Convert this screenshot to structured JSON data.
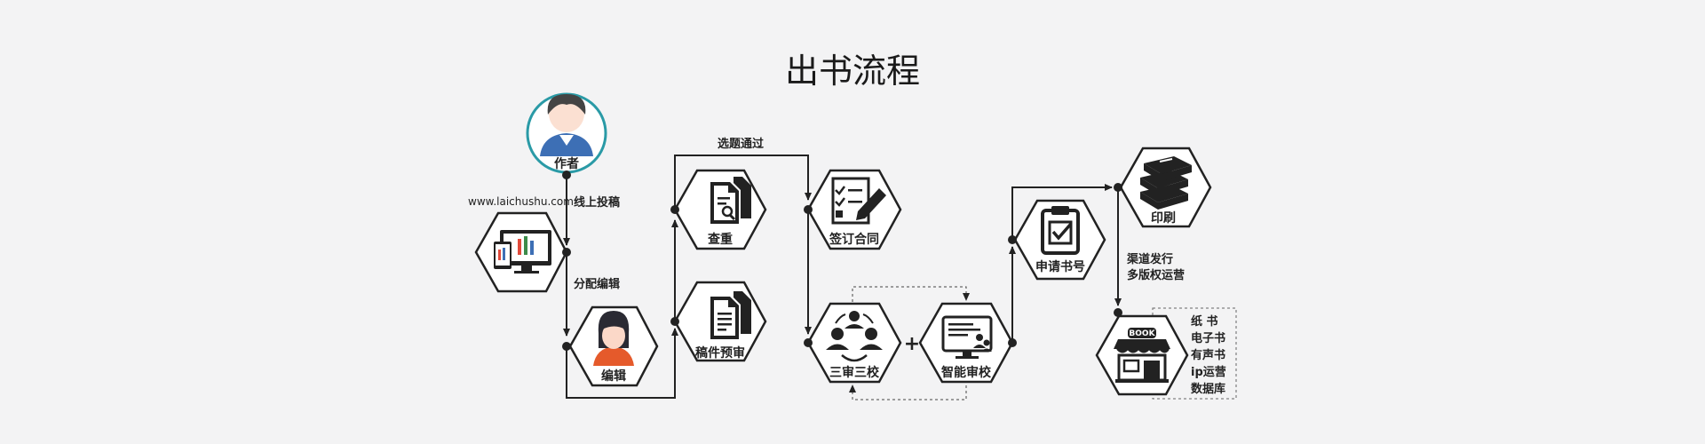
{
  "title": "出书流程",
  "nodes": {
    "author": "作者",
    "platform_url": "www.laichushu.com",
    "editor": "编辑",
    "duplicate_check": "查重",
    "manuscript_review": "稿件预审",
    "sign_contract": "签订合同",
    "three_reviews": "三审三校",
    "smart_review": "智能审校",
    "apply_isbn": "申请书号",
    "printing": "印刷",
    "book_badge": "BOOK"
  },
  "edges": {
    "online_submission": "线上投稿",
    "assign_editor": "分配编辑",
    "topic_approved": "选题通过",
    "channel_line1": "渠道发行",
    "channel_line2": "多版权运营"
  },
  "plus_sign": "+",
  "outputs": [
    "纸 书",
    "电子书",
    "有声书",
    "ip运营",
    "数据库"
  ],
  "colors": {
    "author_ring": "#2a9aa6",
    "editor_shirt": "#e55a2b",
    "author_shirt": "#3d6fb5",
    "line": "#222222"
  }
}
